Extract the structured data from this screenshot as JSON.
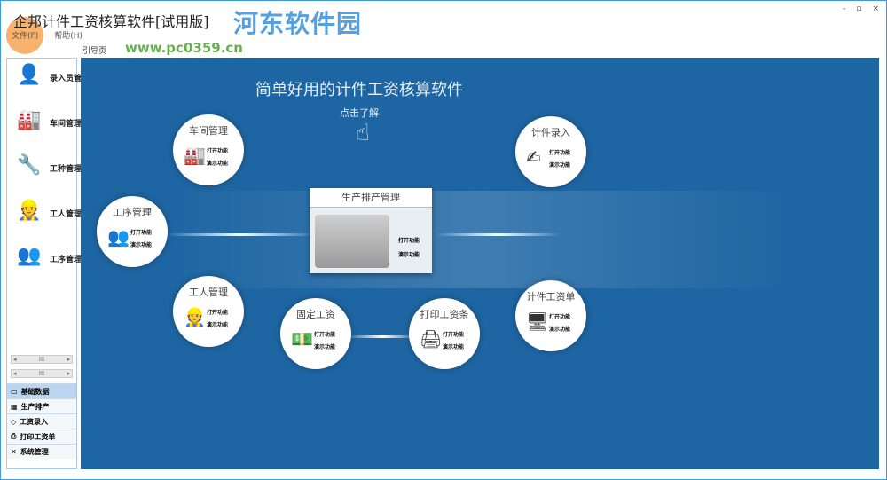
{
  "window": {
    "title": "企邦计件工资核算软件[试用版]",
    "controls": [
      "-",
      "▫",
      "×"
    ]
  },
  "watermark": {
    "name": "河东软件园",
    "url": "www.pc0359.cn"
  },
  "menu": [
    "文件(F)",
    "帮助(H)"
  ],
  "tab": "引导页",
  "sidebar": {
    "items": [
      {
        "icon": "user-gear-icon",
        "glyph": "👤",
        "label": "录入员管"
      },
      {
        "icon": "factory-icon",
        "glyph": "🏭",
        "label": "车间管理"
      },
      {
        "icon": "wrench-icon",
        "glyph": "🔧",
        "label": "工种管理"
      },
      {
        "icon": "worker-icon",
        "glyph": "👷",
        "label": "工人管理"
      },
      {
        "icon": "folder-people-icon",
        "glyph": "👥",
        "label": "工序管理"
      }
    ],
    "scroll_label": "III",
    "nav": [
      {
        "icon": "database-icon",
        "glyph": "▭",
        "label": "基础数据",
        "selected": true
      },
      {
        "icon": "calendar-icon",
        "glyph": "▦",
        "label": "生产排产"
      },
      {
        "icon": "tag-icon",
        "glyph": "◇",
        "label": "工资录入"
      },
      {
        "icon": "printer-icon",
        "glyph": "⎙",
        "label": "打印工资单"
      },
      {
        "icon": "tools-icon",
        "glyph": "✕",
        "label": "系统管理"
      }
    ]
  },
  "main": {
    "title": "简单好用的计件工资核算软件",
    "subtitle": "点击了解",
    "open": "打开功能",
    "demo": "演示功能",
    "center": {
      "title": "生产排产管理"
    },
    "modules": [
      {
        "name": "workshop",
        "icon": "factory-icon",
        "glyph": "🏭",
        "title": "车间管理"
      },
      {
        "name": "process",
        "icon": "folder-people-icon",
        "glyph": "👥",
        "title": "工序管理"
      },
      {
        "name": "worker",
        "icon": "worker-icon",
        "glyph": "👷",
        "title": "工人管理"
      },
      {
        "name": "fixed-wage",
        "icon": "money-hand-icon",
        "glyph": "💵",
        "title": "固定工资"
      },
      {
        "name": "print-slip",
        "icon": "person-print-icon",
        "glyph": "🖨",
        "title": "打印工资条"
      },
      {
        "name": "piece-entry",
        "icon": "hand-write-icon",
        "glyph": "✍",
        "title": "计件录入"
      },
      {
        "name": "piece-wage-list",
        "icon": "person-screen-icon",
        "glyph": "🖥",
        "title": "计件工资单"
      }
    ]
  },
  "colors": {
    "background": "#1e66a3",
    "accent": "#3c9ae0"
  }
}
